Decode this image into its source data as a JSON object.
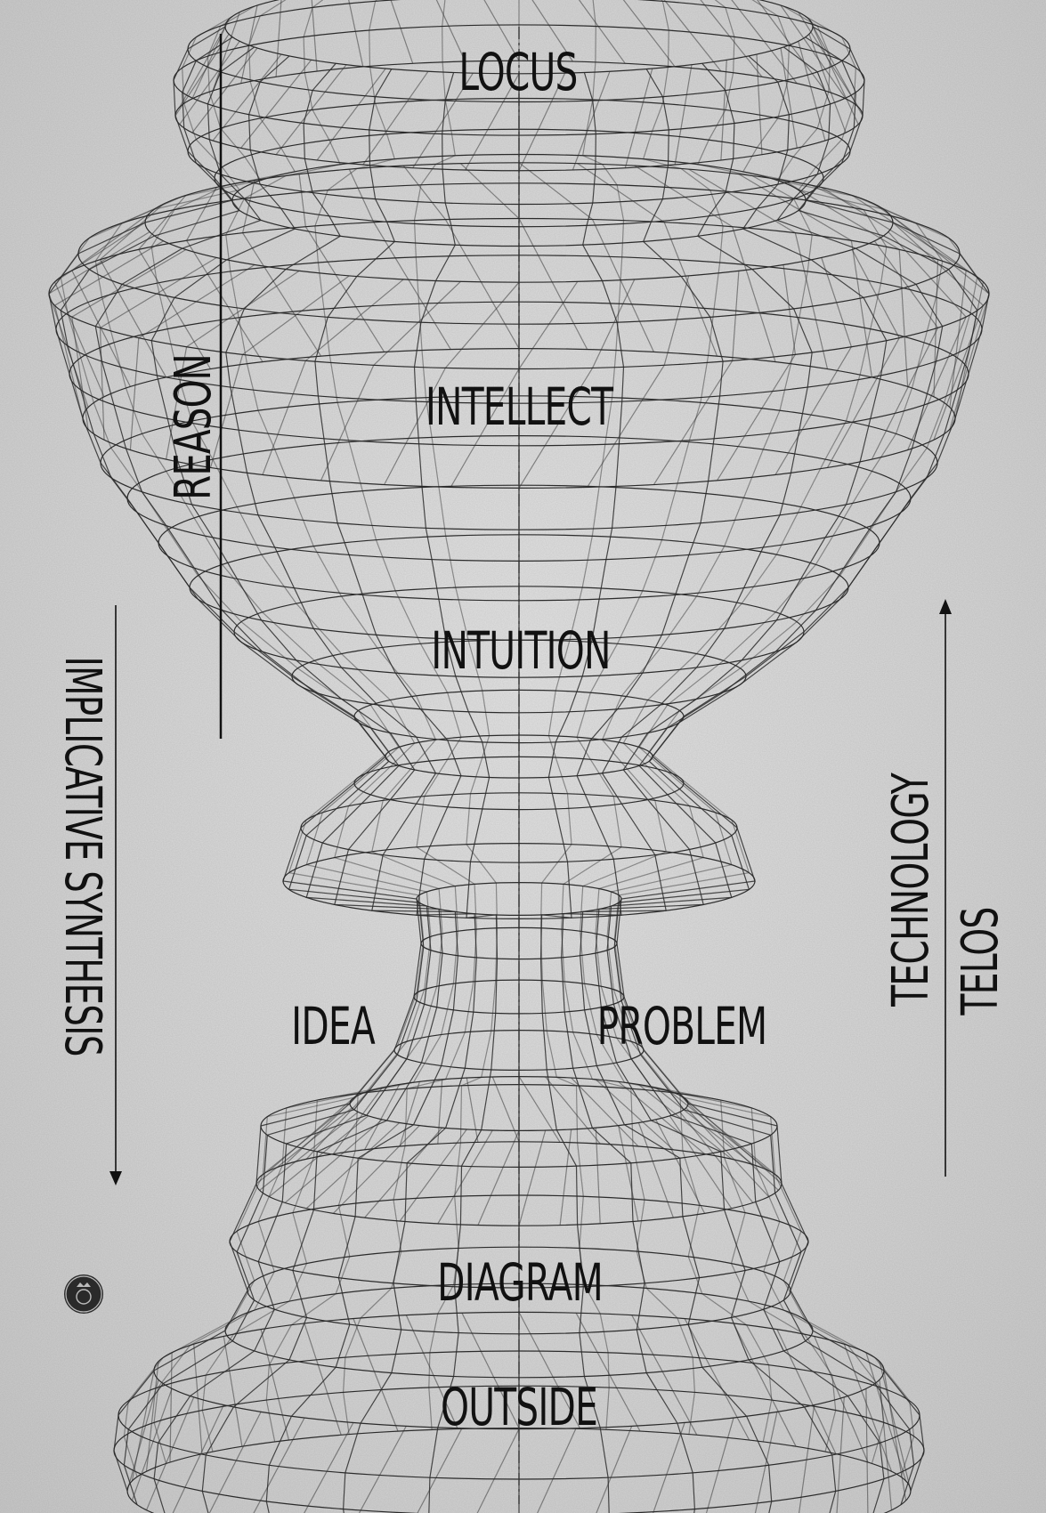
{
  "labels": {
    "locus": "LOCUS",
    "intellect": "INTELLECT",
    "intuition": "INTUITION",
    "idea": "IDEA",
    "problem": "PROBLEM",
    "diagram": "DIAGRAM",
    "outside": "OUTSIDE",
    "reason": "REASON",
    "implicative_synthesis": "IMPLICATIVE SYNTHESIS",
    "technology": "TECHNOLOGY",
    "telos": "TELOS"
  },
  "colors": {
    "ink": "#111111",
    "paper": "#d8d8d8",
    "wire": "#2b2b2b"
  },
  "icons": {
    "seal": "stamp-seal-icon",
    "down_arrow": "arrow-down-icon",
    "up_arrow": "arrow-up-icon"
  }
}
